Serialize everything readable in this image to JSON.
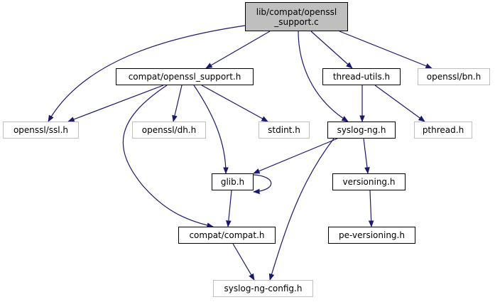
{
  "graph": {
    "nodes": {
      "root": {
        "label": "lib/compat/openssl\n_support.c",
        "line1": "lib/compat/openssl",
        "line2": "_support.c",
        "style": "root"
      },
      "openssl_support_h": {
        "label": "compat/openssl_support.h",
        "style": "solid"
      },
      "thread_utils_h": {
        "label": "thread-utils.h",
        "style": "solid"
      },
      "openssl_bn_h": {
        "label": "openssl/bn.h",
        "style": "gray"
      },
      "openssl_ssl_h": {
        "label": "openssl/ssl.h",
        "style": "gray"
      },
      "openssl_dh_h": {
        "label": "openssl/dh.h",
        "style": "gray"
      },
      "stdint_h": {
        "label": "stdint.h",
        "style": "gray"
      },
      "syslog_ng_h": {
        "label": "syslog-ng.h",
        "style": "solid"
      },
      "pthread_h": {
        "label": "pthread.h",
        "style": "gray"
      },
      "glib_h": {
        "label": "glib.h",
        "style": "solid"
      },
      "versioning_h": {
        "label": "versioning.h",
        "style": "solid"
      },
      "compat_h": {
        "label": "compat/compat.h",
        "style": "solid"
      },
      "pe_versioning_h": {
        "label": "pe-versioning.h",
        "style": "solid"
      },
      "syslog_ng_config_h": {
        "label": "syslog-ng-config.h",
        "style": "gray"
      }
    },
    "edges": [
      [
        "root",
        "openssl_ssl_h"
      ],
      [
        "root",
        "openssl_support_h"
      ],
      [
        "root",
        "syslog_ng_h"
      ],
      [
        "root",
        "thread_utils_h"
      ],
      [
        "root",
        "openssl_bn_h"
      ],
      [
        "openssl_support_h",
        "openssl_ssl_h"
      ],
      [
        "openssl_support_h",
        "openssl_dh_h"
      ],
      [
        "openssl_support_h",
        "stdint_h"
      ],
      [
        "openssl_support_h",
        "glib_h"
      ],
      [
        "openssl_support_h",
        "compat_h"
      ],
      [
        "thread_utils_h",
        "syslog_ng_h"
      ],
      [
        "thread_utils_h",
        "pthread_h"
      ],
      [
        "syslog_ng_h",
        "glib_h"
      ],
      [
        "syslog_ng_h",
        "versioning_h"
      ],
      [
        "syslog_ng_h",
        "syslog_ng_config_h"
      ],
      [
        "glib_h",
        "glib_h"
      ],
      [
        "glib_h",
        "compat_h"
      ],
      [
        "versioning_h",
        "pe_versioning_h"
      ],
      [
        "compat_h",
        "syslog_ng_config_h"
      ]
    ],
    "edge_color": "#191970"
  }
}
